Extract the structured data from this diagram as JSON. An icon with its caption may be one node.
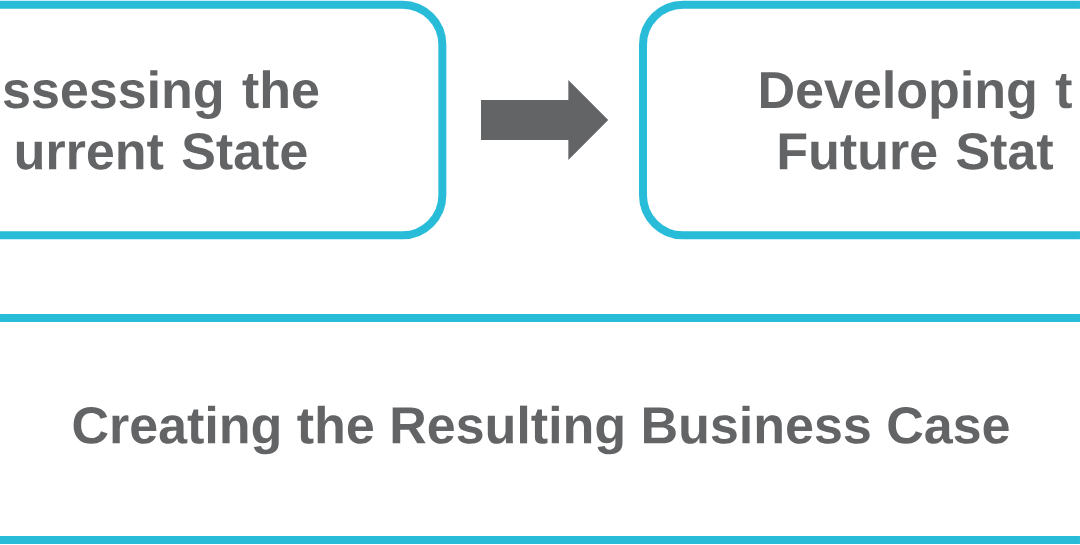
{
  "diagram": {
    "nodes": [
      {
        "text": [
          "ssessing the urrent State"
        ]
      },
      {
        "text": [
          "Developing t Future Stat"
        ]
      },
      {
        "text": [
          "Creating the Resulting Business Case"
        ]
      }
    ],
    "edges": [
      {
        "from": 0,
        "to": 1,
        "arrow": "to"
      }
    ]
  }
}
